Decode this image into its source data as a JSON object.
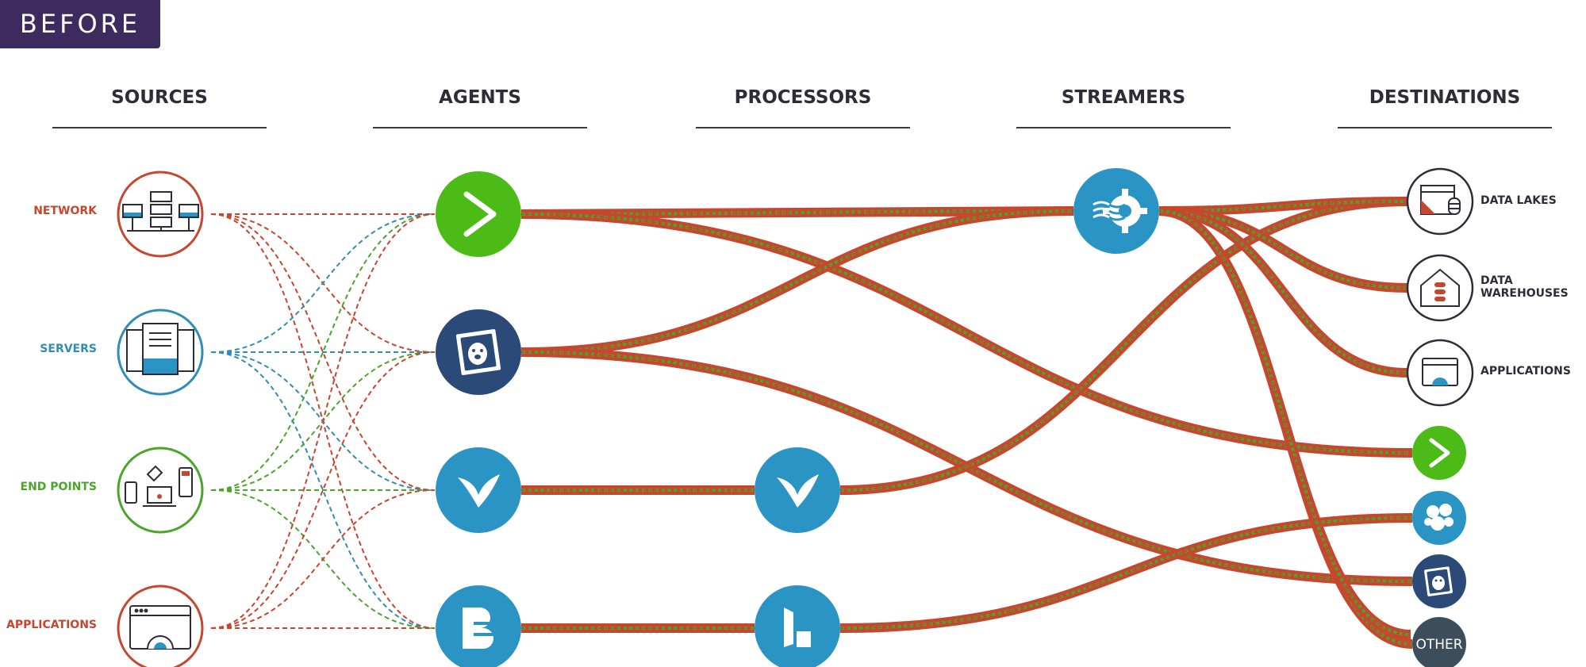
{
  "badge": {
    "label": "BEFORE"
  },
  "columns": [
    {
      "title": "SOURCES"
    },
    {
      "title": "AGENTS"
    },
    {
      "title": "PROCESSORS"
    },
    {
      "title": "STREAMERS"
    },
    {
      "title": "DESTINATIONS"
    }
  ],
  "sources": [
    {
      "label": "NETWORK",
      "color": "#c7462e",
      "icon": "network-icon"
    },
    {
      "label": "SERVERS",
      "color": "#2f8eb5",
      "icon": "server-rack-icon"
    },
    {
      "label": "END POINTS",
      "color": "#4aa52b",
      "icon": "devices-icon"
    },
    {
      "label": "APPLICATIONS",
      "color": "#c7462e",
      "icon": "app-window-gear-icon"
    }
  ],
  "agents": [
    {
      "icon": "green-chevron-logo-icon",
      "color": "#4cbb17"
    },
    {
      "icon": "dog-logo-icon",
      "color": "#2c4a78"
    },
    {
      "icon": "bird-logo-icon",
      "color": "#2a94c5"
    },
    {
      "icon": "b-logo-icon",
      "color": "#2a94c5"
    }
  ],
  "processors": [
    {
      "icon": "bird-logo-icon",
      "color": "#2a94c5"
    },
    {
      "icon": "l-logo-icon",
      "color": "#2a94c5"
    }
  ],
  "streamers": [
    {
      "icon": "gear-stream-logo-icon",
      "color": "#2a94c5"
    }
  ],
  "destinations": [
    {
      "label": "DATA LAKES",
      "icon": "data-lake-icon"
    },
    {
      "label": "DATA WAREHOUSES",
      "icon": "warehouse-icon"
    },
    {
      "label": "APPLICATIONS",
      "icon": "app-window-icon"
    },
    {
      "label": "",
      "icon": "green-chevron-logo-icon",
      "color": "#4cbb17"
    },
    {
      "label": "",
      "icon": "cloud-cluster-logo-icon",
      "color": "#2a94c5"
    },
    {
      "label": "",
      "icon": "dog-logo-icon",
      "color": "#2c4a78"
    },
    {
      "label": "OTHER",
      "icon": "other-circle-icon",
      "color": "#3c4e5c"
    }
  ],
  "colors": {
    "line_red": "#c7462e",
    "line_green": "#4aa52b",
    "line_blue": "#2f8eb5",
    "ink": "#2f2c3a"
  }
}
